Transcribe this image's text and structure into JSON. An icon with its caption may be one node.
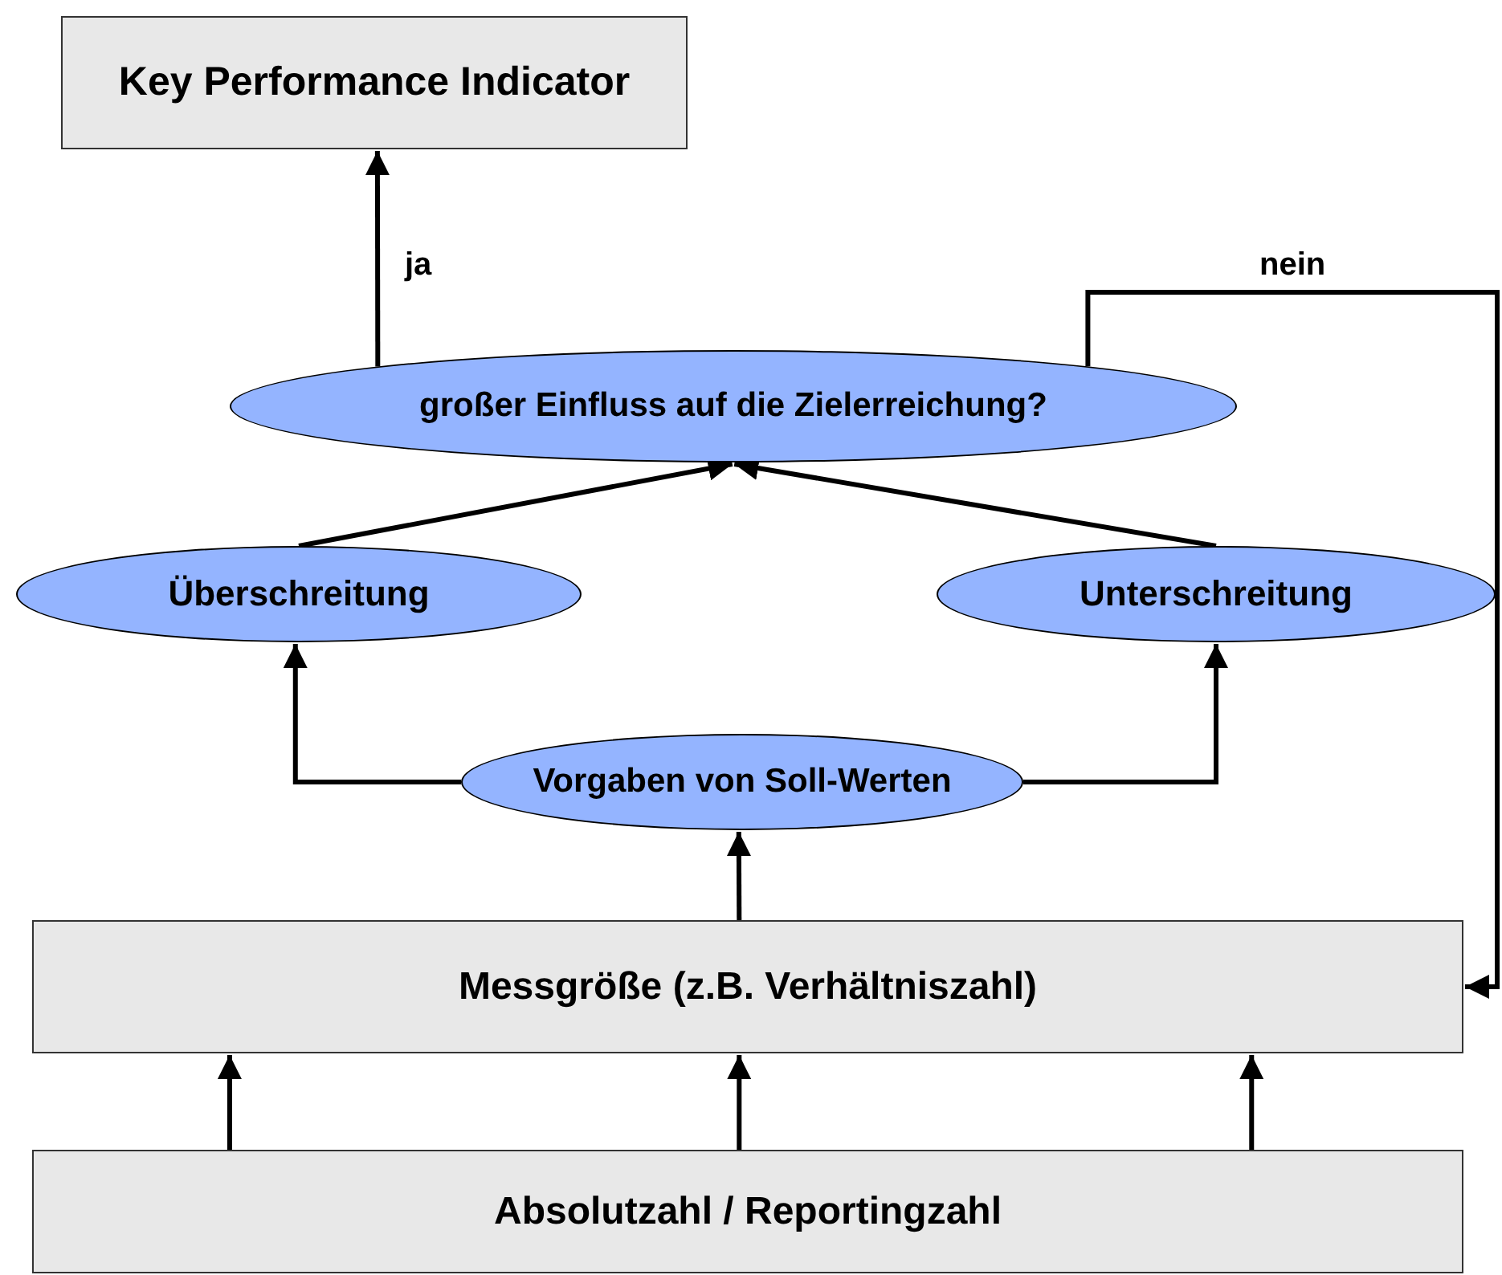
{
  "diagram": {
    "nodes": [
      {
        "text": [
          "Key Performance Indicator"
        ]
      },
      {
        "text": [
          "großer Einfluss auf die Zielerreichung?"
        ]
      },
      {
        "text": [
          "Überschreitung"
        ]
      },
      {
        "text": [
          "Unterschreitung"
        ]
      },
      {
        "text": [
          "Vorgaben von Soll-Werten"
        ]
      },
      {
        "text": [
          "Messgröße (z.B. Verhältniszahl)"
        ]
      },
      {
        "text": [
          "Absolutzahl / Reportingzahl"
        ]
      }
    ],
    "edges": [
      {
        "from": 1,
        "to": 0,
        "arrow": "to",
        "label": "ja"
      },
      {
        "from": 1,
        "to": 5,
        "arrow": "to",
        "label": "nein"
      },
      {
        "from": 2,
        "to": 1,
        "arrow": "to"
      },
      {
        "from": 3,
        "to": 1,
        "arrow": "to"
      },
      {
        "from": 4,
        "to": 2,
        "arrow": "to"
      },
      {
        "from": 4,
        "to": 3,
        "arrow": "to"
      },
      {
        "from": 5,
        "to": 4,
        "arrow": "to"
      },
      {
        "from": 6,
        "to": 5,
        "arrow": "to"
      },
      {
        "from": 6,
        "to": 5,
        "arrow": "to"
      },
      {
        "from": 6,
        "to": 5,
        "arrow": "to"
      }
    ]
  }
}
